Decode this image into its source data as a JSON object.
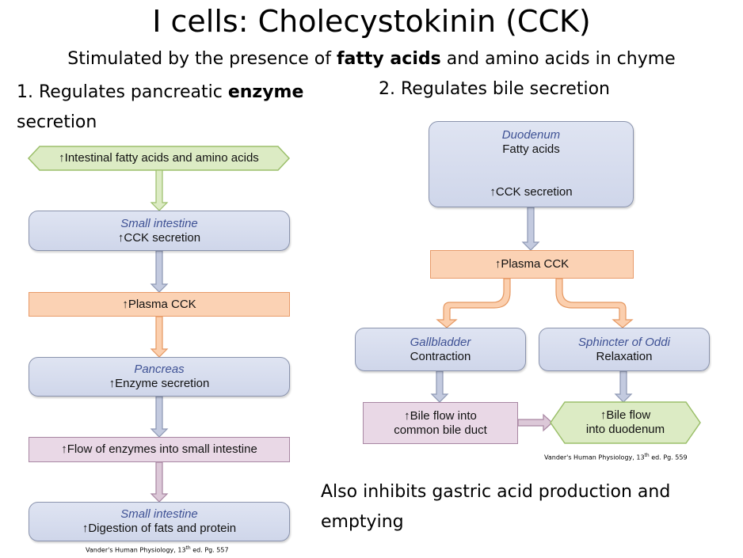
{
  "slide": {
    "title": "I cells: Cholecystokinin (CCK)",
    "subtitle": {
      "prefix": "Stimulated by the presence of ",
      "bold": "fatty acids",
      "suffix": " and amino acids in chyme"
    },
    "heading_left": {
      "prefix": "1. Regulates pancreatic ",
      "bold": "enzyme",
      "suffix": " secretion"
    },
    "heading_right": "2. Regulates bile secretion",
    "note": "Also inhibits gastric acid production and emptying"
  },
  "citation_left": {
    "prefix": "Vander's Human Physiology, 13",
    "sup": "th",
    "suffix": " ed. Pg. 557"
  },
  "citation_right": {
    "prefix": "Vander's Human Physiology, 13",
    "sup": "th",
    "suffix": " ed. Pg. 559"
  },
  "flow_left": {
    "intestinal_acids": "↑Intestinal fatty acids and amino acids",
    "small_intestine_1": {
      "title": "Small intestine",
      "text": "↑CCK secretion"
    },
    "plasma_cck": "↑Plasma CCK",
    "pancreas": {
      "title": "Pancreas",
      "text": "↑Enzyme secretion"
    },
    "flow_enzymes": "↑Flow of enzymes into small intestine",
    "small_intestine_2": {
      "title": "Small intestine",
      "text": "↑Digestion of fats and protein"
    }
  },
  "flow_right": {
    "duodenum": {
      "title": "Duodenum",
      "line1": "Fatty acids",
      "line2": "↑CCK secretion"
    },
    "plasma_cck": "↑Plasma CCK",
    "gallbladder": {
      "title": "Gallbladder",
      "text": "Contraction"
    },
    "sphincter": {
      "title": "Sphincter of Oddi",
      "text": "Relaxation"
    },
    "bile_duct": {
      "line1": "↑Bile flow into",
      "line2": "common bile duct"
    },
    "bile_duodenum": {
      "line1": "↑Bile flow",
      "line2": "into duodenum"
    }
  },
  "colors": {
    "green": "#dcebc4",
    "green_border": "#9bbf6a",
    "blue_arrow": "#c3cadf",
    "blue_arrow_border": "#8d97b3",
    "orange_arrow": "#fbcfae",
    "orange_arrow_border": "#e59862",
    "purple_arrow": "#dcc8d8",
    "purple_arrow_border": "#a886a2"
  }
}
